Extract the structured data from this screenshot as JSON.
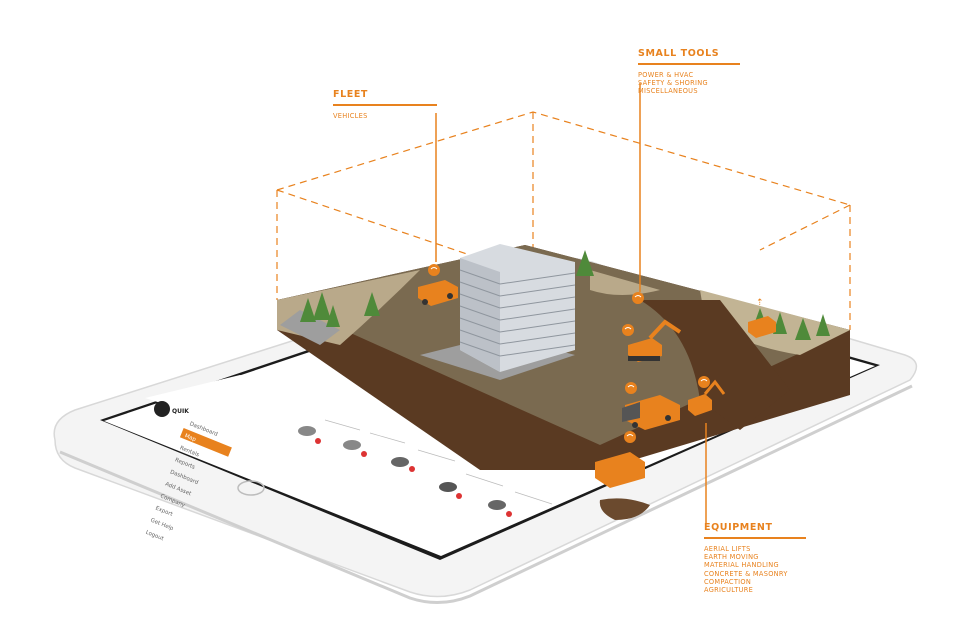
{
  "callouts": {
    "fleet": {
      "title": "FLEET",
      "items": [
        "VEHICLES"
      ]
    },
    "small_tools": {
      "title": "SMALL TOOLS",
      "items": [
        "POWER & HVAC",
        "SAFETY & SHORING",
        "MISCELLANEOUS"
      ]
    },
    "equipment": {
      "title": "EQUIPMENT",
      "items": [
        "AERIAL LIFTS",
        "EARTH MOVING",
        "MATERIAL HANDLING",
        "CONCRETE & MASONRY",
        "COMPACTION",
        "AGRICULTURE"
      ]
    }
  },
  "app": {
    "menu": [
      "Dashboard",
      "Map",
      "Rentals",
      "Reports",
      "Dashboard",
      "Add Asset",
      "Company",
      "Export",
      "Get Help",
      "Logout"
    ],
    "active_menu_index": 1
  },
  "colors": {
    "accent": "#e8821e",
    "soil": "#7a6a50",
    "dirt_edge": "#5a3a22",
    "grass": "#4f8a3a",
    "tablet_frame": "#eeeeee"
  }
}
